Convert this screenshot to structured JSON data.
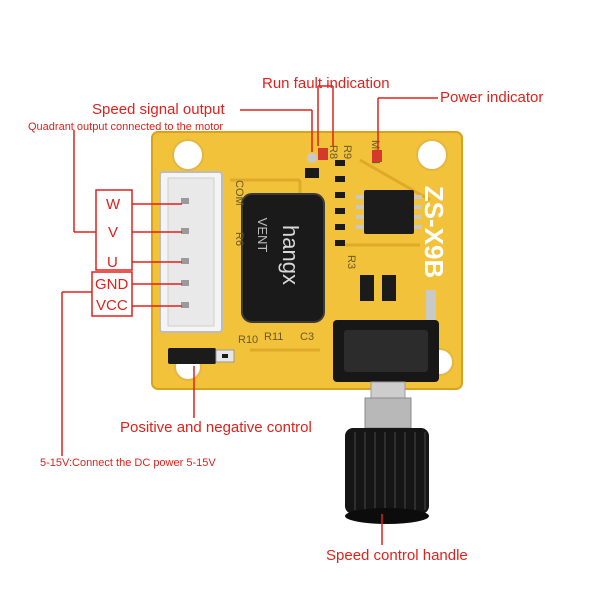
{
  "board": {
    "model": "ZS-X9B",
    "capacitor_text": "hangx",
    "capacitor_text_2": "VENT",
    "silk": [
      "COM",
      "R8",
      "R9",
      "MOd",
      "R3",
      "R6",
      "R11",
      "R10",
      "C3"
    ]
  },
  "labels": {
    "run_fault": "Run fault indication",
    "power_indicator": "Power indicator",
    "speed_signal": "Speed signal output",
    "quadrant": "Quadrant output connected to the motor",
    "pos_neg": "Positive and negative control",
    "dc_power": "5-15V:Connect the DC power 5-15V",
    "speed_handle": "Speed control handle"
  },
  "pins": {
    "w": "W",
    "v": "V",
    "u": "U",
    "gnd": "GND",
    "vcc": "VCC"
  },
  "colors": {
    "annotation": "#e0211b",
    "pcb": "#f2c23a",
    "pcb_edge": "#d9a21e",
    "connector": "#f4f4f4",
    "capacitor": "#1a1a1a",
    "knob": "#151515"
  }
}
